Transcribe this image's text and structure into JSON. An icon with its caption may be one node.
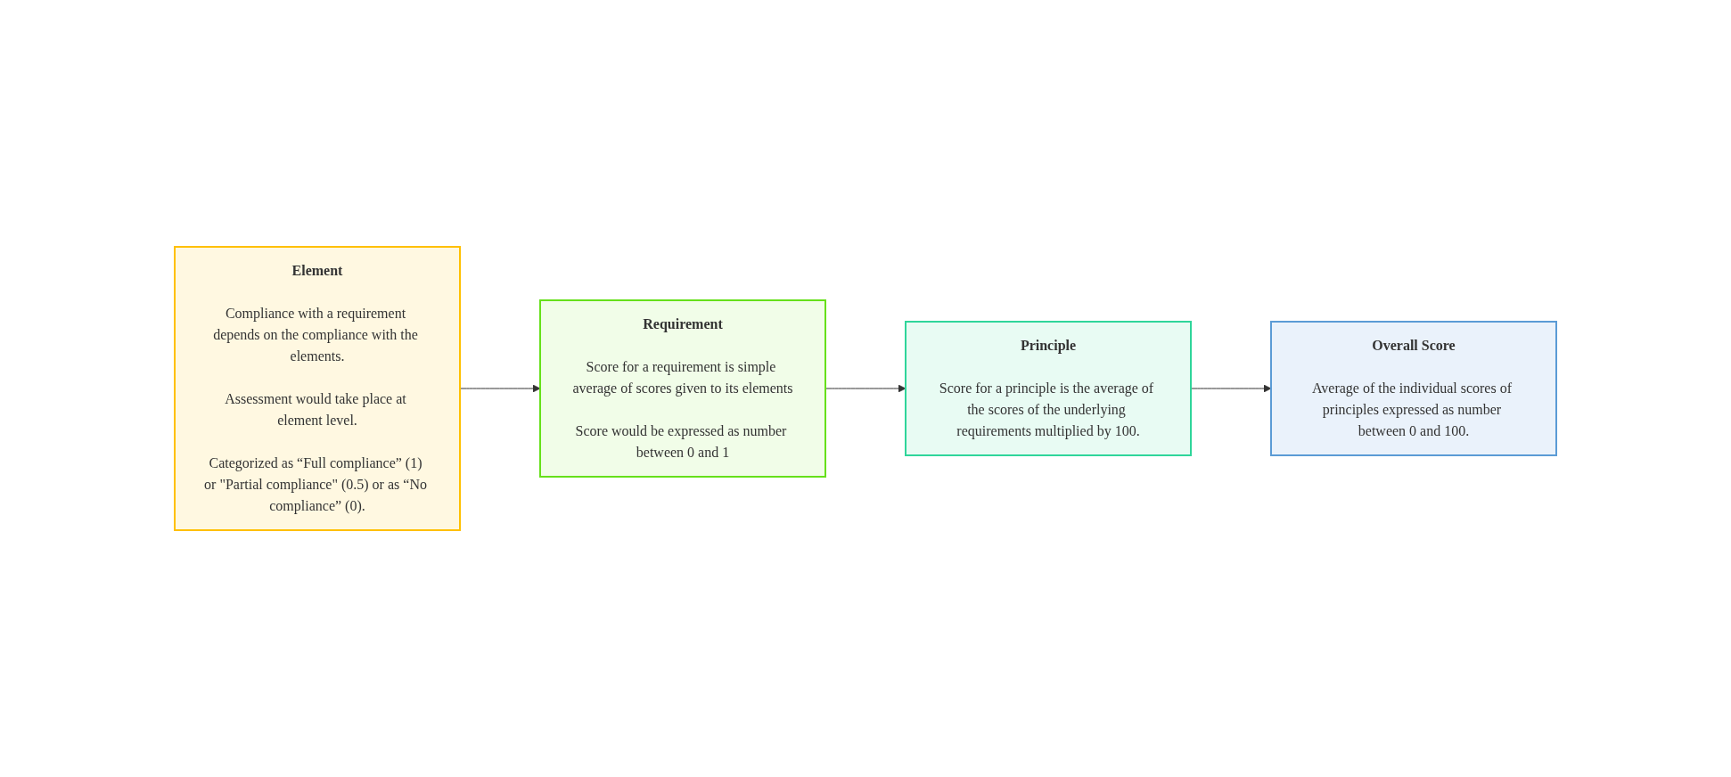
{
  "diagram": {
    "nodes": [
      {
        "text": [
          "Element",
          "Compliance with a requirement depends on the compliance with the elements.",
          "Assessment would take place at element level.",
          "Categorized as “Full compliance” (1) or \"Partial compliance\" (0.5) or as “No compliance” (0)."
        ]
      },
      {
        "text": [
          "Requirement",
          "Score for a requirement is simple average of scores given to its elements",
          "Score would be expressed as number between 0 and 1"
        ]
      },
      {
        "text": [
          "Principle",
          "Score for a principle is the average of the scores of the underlying requirements multiplied by 100."
        ]
      },
      {
        "text": [
          "Overall Score",
          "Average of the individual scores of principles expressed as number between 0 and 100."
        ]
      }
    ],
    "edges": [
      {
        "from": 0,
        "to": 1,
        "arrow": "to"
      },
      {
        "from": 1,
        "to": 2,
        "arrow": "to"
      },
      {
        "from": 2,
        "to": 3,
        "arrow": "to"
      }
    ]
  }
}
